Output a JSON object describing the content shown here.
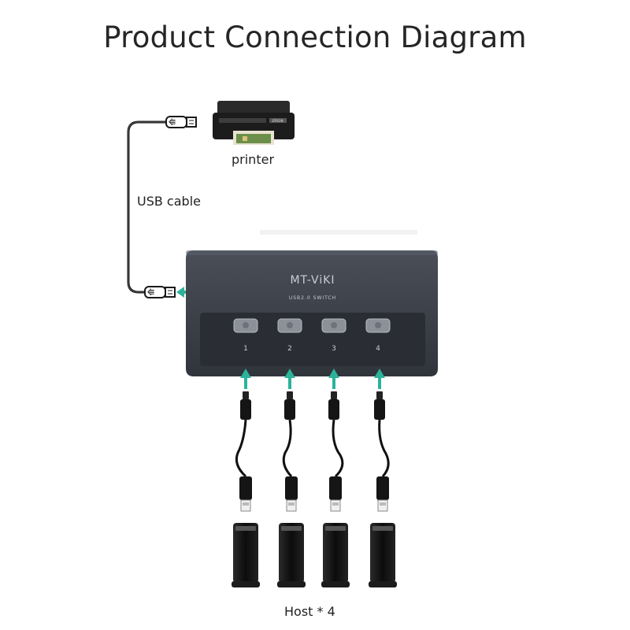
{
  "title": "Product Connection Diagram",
  "labels": {
    "printer": "printer",
    "usb_cable": "USB cable",
    "host": "Host * 4"
  },
  "switch": {
    "brand": "MT-ViKI",
    "model": "USB2.0 SWITCH",
    "ports": [
      "1",
      "2",
      "3",
      "4"
    ]
  },
  "printer_brand": "EPSON",
  "colors": {
    "arrow": "#2bb39a",
    "switch_body": "#3a3f48",
    "cable": "#1a1a1a"
  }
}
